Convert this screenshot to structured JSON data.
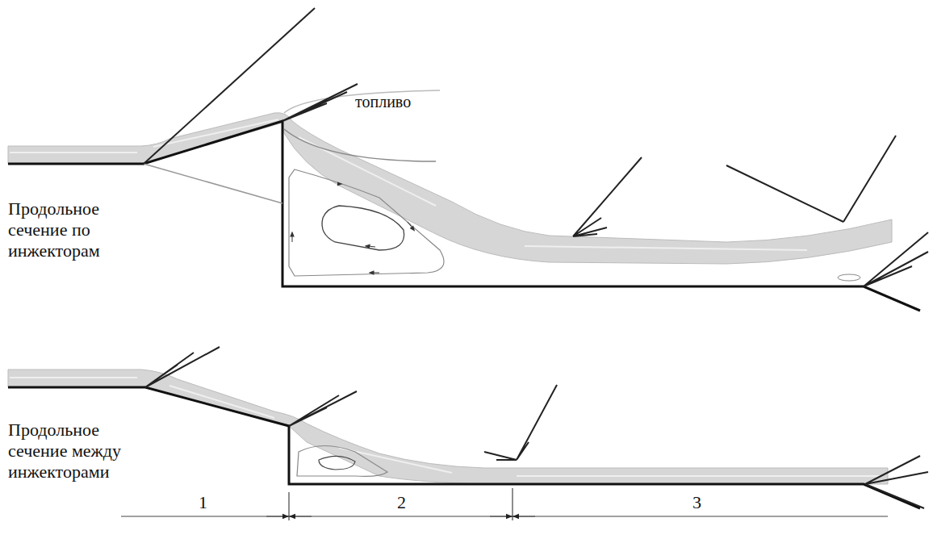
{
  "diagram": {
    "labels": [
      "топливо",
      "Продольное сечение по инжекторам",
      "Продольное сечение между инжекторами",
      "1",
      "2",
      "3"
    ]
  }
}
